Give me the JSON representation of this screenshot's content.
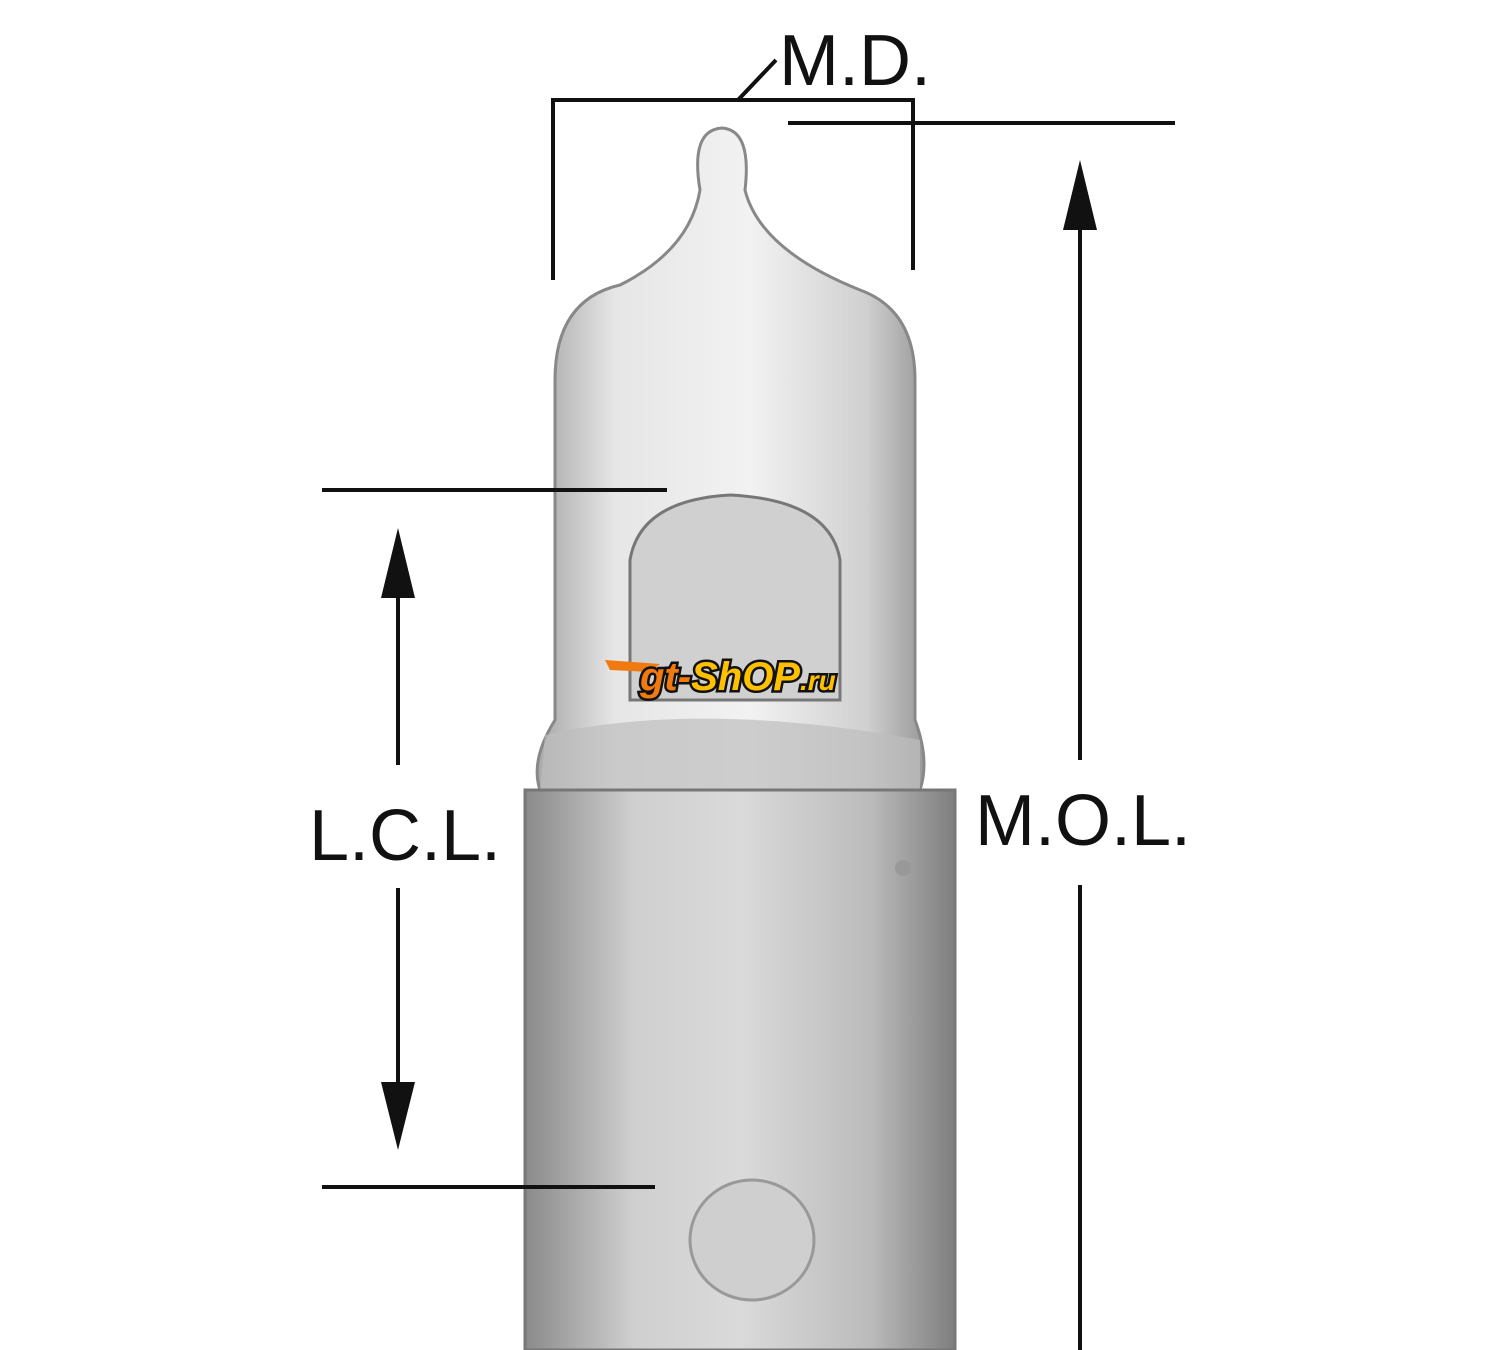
{
  "labels": {
    "md": "M.D.",
    "mol": "M.O.L.",
    "lcl": "L.C.L."
  },
  "watermark": {
    "part1": "gt-",
    "part2": "ShOP",
    "part3": ".ru"
  },
  "colors": {
    "line": "#111111",
    "glass": "#d9d9d9",
    "base": "#bdbdbd",
    "watermark_orange": "#f07a10",
    "watermark_yellow": "#ffc000"
  }
}
